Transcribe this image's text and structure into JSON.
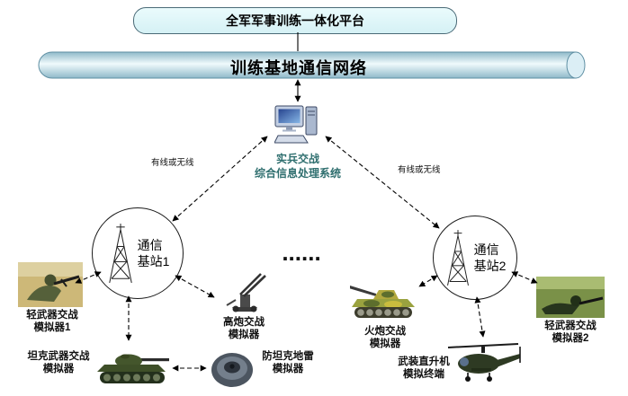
{
  "platform_box": {
    "label": "全军军事训练一体化平台"
  },
  "network_pipe": {
    "label": "训练基地通信网络"
  },
  "processing_system": {
    "line1": "实兵交战",
    "line2": "综合信息处理系统"
  },
  "links": {
    "left_label": "有线或无线",
    "right_label": "有线或无线"
  },
  "base_station_1": {
    "line1": "通信",
    "line2": "基站1"
  },
  "base_station_2": {
    "line1": "通信",
    "line2": "基站2"
  },
  "ellipsis": "......",
  "simulators": {
    "light_weapons_1": {
      "line1": "轻武器交战",
      "line2": "模拟器1"
    },
    "aa_gun": {
      "line1": "高炮交战",
      "line2": "模拟器"
    },
    "tank_weapons": {
      "line1": "坦克武器交战",
      "line2": "模拟器"
    },
    "at_mine": {
      "line1": "防坦克地雷",
      "line2": "模拟器"
    },
    "artillery": {
      "line1": "火炮交战",
      "line2": "模拟器"
    },
    "helicopter": {
      "line1": "武装直升机",
      "line2": "模拟终端"
    },
    "light_weapons_2": {
      "line1": "轻武器交战",
      "line2": "模拟器2"
    }
  },
  "colors": {
    "platform_box_fill": "#d5f1f5",
    "pipe_fill": "#a9cdd9",
    "pipe_stroke": "#5f8fa3",
    "system_label_teal": "#2f6f6f",
    "line_color": "#000000"
  }
}
